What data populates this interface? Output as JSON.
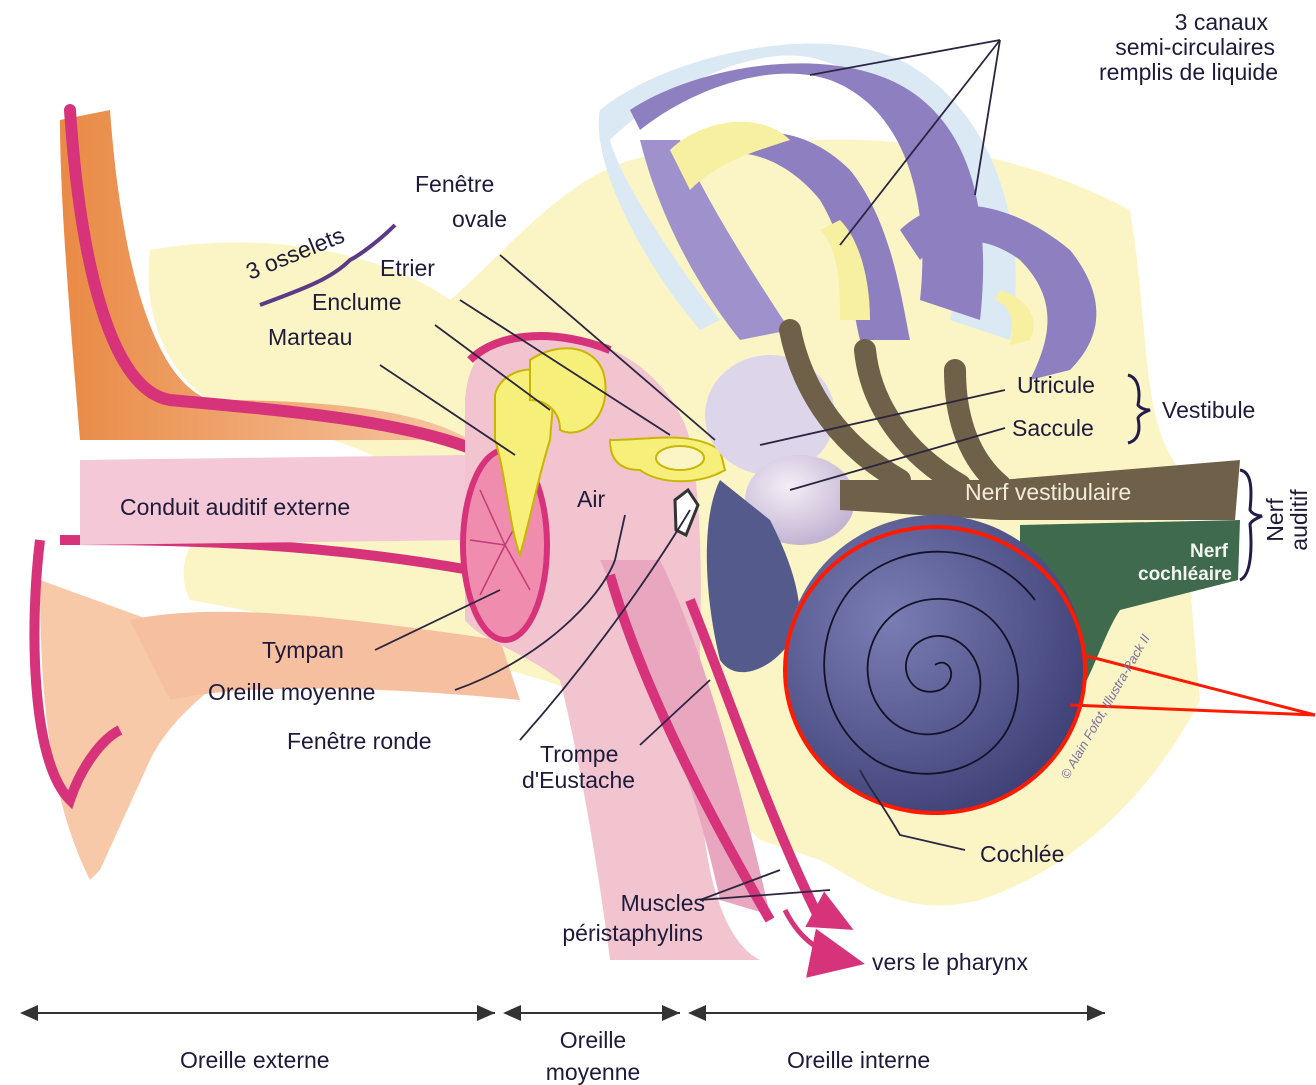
{
  "labels": {
    "canaux": [
      "3 canaux",
      "semi-circulaires",
      "remplis de liquide"
    ],
    "osselets": "3 osselets",
    "fenetre_ovale": [
      "Fenêtre",
      "ovale"
    ],
    "etrier": "Etrier",
    "enclume": "Enclume",
    "marteau": "Marteau",
    "utricule": "Utricule",
    "saccule": "Saccule",
    "vestibule": "Vestibule",
    "nerf_vestibulaire": "Nerf vestibulaire",
    "nerf_cochleaire": [
      "Nerf",
      "cochléaire"
    ],
    "nerf_auditif": [
      "Nerf",
      "auditif"
    ],
    "conduit": "Conduit auditif externe",
    "air": "Air",
    "tympan": "Tympan",
    "oreille_moyenne_label": "Oreille moyenne",
    "fenetre_ronde": "Fenêtre ronde",
    "trompe": [
      "Trompe",
      "d'Eustache"
    ],
    "cochlee": "Cochlée",
    "muscles": [
      "Muscles",
      "péristaphylins"
    ],
    "pharynx": "vers le pharynx",
    "copyright": "© Alain Fofot, Illustra-Pack II"
  },
  "regions": {
    "externe": "Oreille externe",
    "moyenne": [
      "Oreille",
      "moyenne"
    ],
    "interne": "Oreille interne"
  },
  "colors": {
    "highlight": "#ff1a00",
    "pink": "#d6337a",
    "cochlea": "#4a4d86",
    "canals": "#8d7fc0",
    "nerve_vestibular": "#6f6049",
    "nerve_cochlear": "#3f6a4d",
    "bone": "#fbf5c6"
  }
}
